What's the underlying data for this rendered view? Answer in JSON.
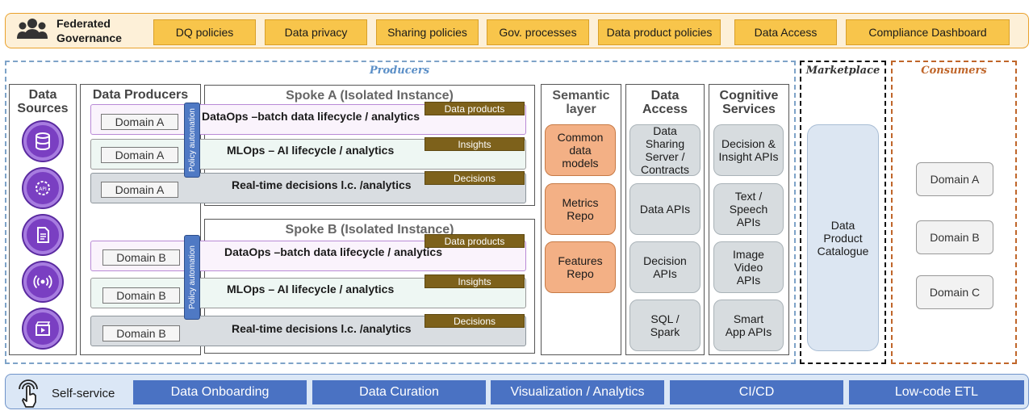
{
  "governance": {
    "title_line1": "Federated",
    "title_line2": "Governance",
    "icon": "people-group-icon",
    "policies": [
      "DQ policies",
      "Data privacy",
      "Sharing policies",
      "Gov. processes",
      "Data product policies",
      "Data Access",
      "Compliance Dashboard"
    ]
  },
  "producers": {
    "title": "Producers",
    "data_sources": {
      "title_line1": "Data",
      "title_line2": "Sources",
      "icons": [
        "database-icon",
        "api-gear-icon",
        "document-icon",
        "broadcast-icon",
        "video-icon"
      ]
    },
    "data_producers": {
      "title": "Data Producers",
      "policy_label": "Policy automation"
    },
    "spoke_a": {
      "title": "Spoke A (Isolated Instance)",
      "lanes": [
        {
          "domain": "Domain A",
          "text": "DataOps –batch data lifecycle / analytics",
          "tag": "Data products"
        },
        {
          "domain": "Domain A",
          "text": "MLOps – AI lifecycle / analytics",
          "tag": "Insights"
        },
        {
          "domain": "Domain A",
          "text": "Real-time decisions l.c. /analytics",
          "tag": "Decisions"
        }
      ]
    },
    "spoke_b": {
      "title": "Spoke B (Isolated Instance)",
      "lanes": [
        {
          "domain": "Domain B",
          "text": "DataOps –batch data lifecycle / analytics",
          "tag": "Data products"
        },
        {
          "domain": "Domain B",
          "text": "MLOps – AI lifecycle / analytics",
          "tag": "Insights"
        },
        {
          "domain": "Domain B",
          "text": "Real-time decisions l.c. /analytics",
          "tag": "Decisions"
        }
      ]
    },
    "semantic_layer": {
      "title_line1": "Semantic",
      "title_line2": "layer",
      "items": [
        "Common data models",
        "Metrics Repo",
        "Features Repo"
      ]
    },
    "data_access": {
      "title_line1": "Data",
      "title_line2": "Access",
      "items": [
        "Data Sharing Server / Contracts",
        "Data APIs",
        "Decision APIs",
        "SQL / Spark"
      ]
    },
    "cognitive_services": {
      "title_line1": "Cognitive",
      "title_line2": "Services",
      "items": [
        "Decision & Insight APIs",
        "Text / Speech APIs",
        "Image Video APIs",
        "Smart App APIs"
      ]
    }
  },
  "marketplace": {
    "title": "Marketplace",
    "catalogue": "Data Product Catalogue"
  },
  "consumers": {
    "title": "Consumers",
    "domains": [
      "Domain A",
      "Domain B",
      "Domain C"
    ]
  },
  "self_service": {
    "title": "Self-service",
    "icon": "touch-hand-icon",
    "items": [
      "Data Onboarding",
      "Data Curation",
      "Visualization / Analytics",
      "CI/CD",
      "Low-code ETL"
    ]
  },
  "colors": {
    "governance_bg": "#fdf0d8",
    "policy_button": "#f8c54b",
    "source_circle": "#7a3fc2",
    "lane_tag": "#7d611b",
    "policy_automation": "#4f79c4",
    "semantic_box": "#f3b085",
    "grey_box": "#d7dcdf",
    "catalogue": "#dce6f2",
    "self_service_button": "#4a72c3",
    "consumers_border": "#c0662a"
  }
}
